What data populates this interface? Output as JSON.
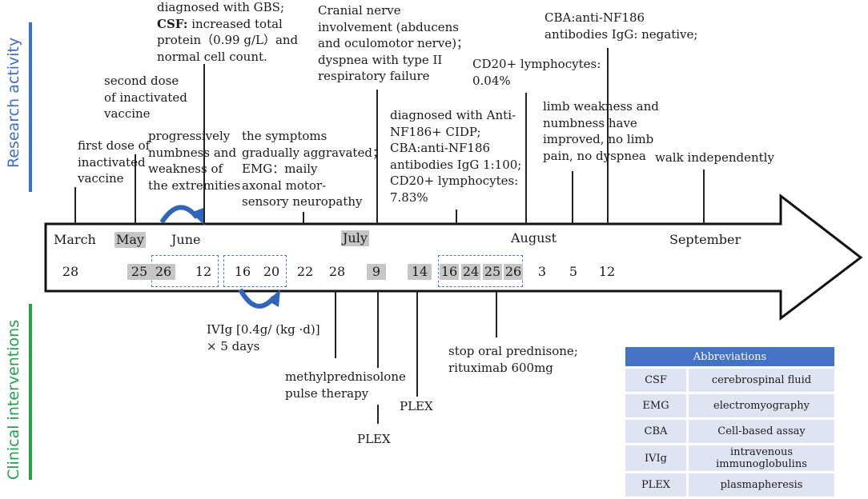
{
  "side_labels": {
    "top": "Research activity",
    "bottom": "Clinical interventions"
  },
  "months": {
    "march": "March",
    "may": "May",
    "june": "June",
    "july": "July",
    "august": "August",
    "september": "September"
  },
  "dates": [
    "28",
    "25",
    "26",
    "12",
    "16",
    "20",
    "22",
    "28",
    "9",
    "14",
    "16",
    "24",
    "25",
    "26",
    "3",
    "5",
    "12"
  ],
  "events_top": {
    "dose1": [
      "first dose of",
      "inactivated",
      "vaccine"
    ],
    "dose2": [
      "second dose",
      "of inactivated",
      "vaccine"
    ],
    "gbs": [
      "diagnosed with GBS;",
      "increased total",
      "protein（0.99 g/L）and",
      "normal cell count."
    ],
    "gbs_csf_label": "CSF:",
    "numbness": [
      "progressively",
      "numbness and",
      "weakness of",
      "the extremities"
    ],
    "aggravated": [
      "the symptoms",
      "gradually aggravated；",
      "EMG：maily",
      "axonal motor-",
      "sensory neuropathy"
    ],
    "cranial": [
      "Cranial nerve",
      "involvement (abducens",
      "and oculomotor nerve)；",
      "dyspnea with type II",
      "respiratory failure"
    ],
    "cidp": [
      "diagnosed with Anti-",
      "NF186+ CIDP;",
      "CBA:anti-NF186",
      "antibodies IgG 1:100;",
      "CD20+ lymphocytes:",
      "7.83%"
    ],
    "cd20": [
      "CD20+ lymphocytes:",
      "0.04%"
    ],
    "cba_neg": [
      "CBA:anti-NF186",
      "antibodies IgG: negative;"
    ],
    "improved": [
      "limb weakness and",
      "numbness have",
      "improved, no limb",
      "pain, no dyspnea"
    ],
    "walk": [
      "walk independently"
    ]
  },
  "events_bottom": {
    "ivig": [
      "IVIg [0.4g/ (kg ·d)]",
      "× 5 days"
    ],
    "methyl": [
      "methylprednisolone",
      "pulse therapy"
    ],
    "plex1": "PLEX",
    "plex2": "PLEX",
    "stop": [
      "stop oral prednisone;",
      "rituximab 600mg"
    ]
  },
  "abbreviations": {
    "header": "Abbreviations",
    "rows": [
      {
        "abbr": "CSF",
        "full": "cerebrospinal fluid"
      },
      {
        "abbr": "EMG",
        "full": "electromyography"
      },
      {
        "abbr": "CBA",
        "full": "Cell-based assay"
      },
      {
        "abbr": "IVIg",
        "full": "intravenous immunoglobulins"
      },
      {
        "abbr": "PLEX",
        "full": "plasmapheresis"
      }
    ]
  },
  "colors": {
    "research": "#3b6fd0",
    "clinical": "#21a34a",
    "arrow_blue": "#2f66b8",
    "highlight": "#c6c6c6",
    "table_header": "#4472c4",
    "table_row": "#dfe4f2"
  }
}
